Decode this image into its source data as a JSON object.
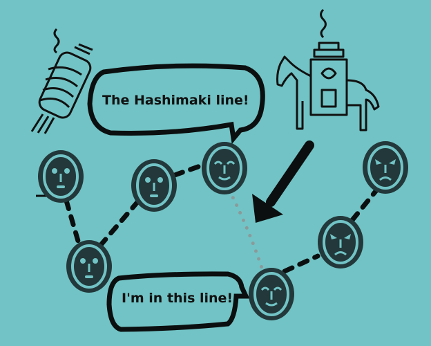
{
  "colors": {
    "background": "#72c3c5",
    "face_fill": "#22383a",
    "face_line": "#72c3c5",
    "ink": "#0b0f0f",
    "dots": "#8a9a9a"
  },
  "bubbles": {
    "top": "The Hashimaki line!",
    "bottom": "I'm in this line!"
  },
  "queue": [
    {
      "expression": "neutral"
    },
    {
      "expression": "neutral"
    },
    {
      "expression": "neutral"
    },
    {
      "expression": "happy"
    },
    {
      "expression": "happy"
    },
    {
      "expression": "angry"
    },
    {
      "expression": "angry"
    }
  ],
  "icons": [
    "hashimaki-icon",
    "horse-shrine-icon",
    "arrow-icon"
  ]
}
